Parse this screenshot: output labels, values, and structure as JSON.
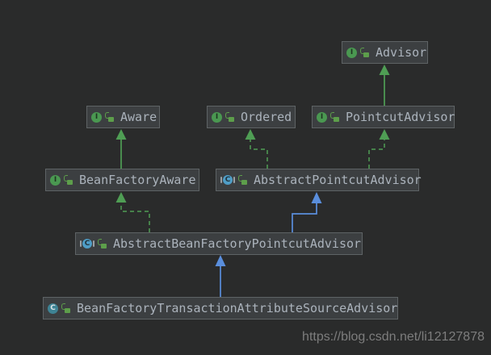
{
  "diagram": {
    "tool": "IntelliJ IDEA UML class diagram (dark theme)",
    "icon_glyphs": {
      "interface": "I",
      "class": "C",
      "abstract": "C"
    },
    "nodes": [
      {
        "id": "advisor",
        "label": "Advisor",
        "kind": "interface"
      },
      {
        "id": "aware",
        "label": "Aware",
        "kind": "interface"
      },
      {
        "id": "ordered",
        "label": "Ordered",
        "kind": "interface"
      },
      {
        "id": "pointcut-advisor",
        "label": "PointcutAdvisor",
        "kind": "interface"
      },
      {
        "id": "bean-factory-aware",
        "label": "BeanFactoryAware",
        "kind": "interface"
      },
      {
        "id": "abstract-pointcut-advisor",
        "label": "AbstractPointcutAdvisor",
        "kind": "abstract-class"
      },
      {
        "id": "abstract-bean-factory-pointcut-advisor",
        "label": "AbstractBeanFactoryPointcutAdvisor",
        "kind": "abstract-class"
      },
      {
        "id": "bean-factory-transaction-attribute-source-advisor",
        "label": "BeanFactoryTransactionAttributeSourceAdvisor",
        "kind": "class"
      }
    ],
    "edges": [
      {
        "from": "PointcutAdvisor",
        "to": "Advisor",
        "relation": "extends",
        "style": "solid-green"
      },
      {
        "from": "BeanFactoryAware",
        "to": "Aware",
        "relation": "extends",
        "style": "solid-green"
      },
      {
        "from": "AbstractPointcutAdvisor",
        "to": "Ordered",
        "relation": "implements",
        "style": "dashed-green"
      },
      {
        "from": "AbstractPointcutAdvisor",
        "to": "PointcutAdvisor",
        "relation": "implements",
        "style": "dashed-green"
      },
      {
        "from": "AbstractBeanFactoryPointcutAdvisor",
        "to": "BeanFactoryAware",
        "relation": "implements",
        "style": "dashed-green"
      },
      {
        "from": "AbstractBeanFactoryPointcutAdvisor",
        "to": "AbstractPointcutAdvisor",
        "relation": "extends",
        "style": "solid-blue"
      },
      {
        "from": "BeanFactoryTransactionAttributeSourceAdvisor",
        "to": "AbstractBeanFactoryPointcutAdvisor",
        "relation": "extends",
        "style": "solid-blue"
      }
    ]
  },
  "colors": {
    "canvas_background": "#2a2b2b",
    "node_background": "#3c3f41",
    "node_border": "#5e6365",
    "node_text": "#abb3bc",
    "interface_icon_green": "#4a9851",
    "class_icon_teal": "#3e8394",
    "abstract_icon_blue": "#4f9dc6",
    "lock_green": "#5d9e4b",
    "extends_interface_arrow": "#4f9e54",
    "extends_class_arrow": "#5a8edc",
    "watermark_gray": "#7d7d7d"
  },
  "watermark": {
    "text": "https://blog.csdn.net/li12127878"
  }
}
